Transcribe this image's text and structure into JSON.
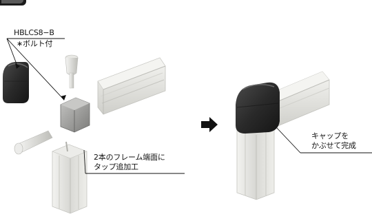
{
  "callouts": {
    "part_code": "HBLCS8−B",
    "bolt_note": "∗ボルト付",
    "tap_note_line1": "2本のフレーム端面に",
    "tap_note_line2": "タップ追加工",
    "cap_note_line1": "キャップを",
    "cap_note_line2": "かぶせて完成"
  },
  "arrow_icon": "right-arrow-icon",
  "colors": {
    "cap_dark": "#2a2a2a",
    "frame_light": "#e6e6e2",
    "frame_mid": "#c9c9c4",
    "connector": "#9a9a98",
    "leader": "#111111"
  }
}
